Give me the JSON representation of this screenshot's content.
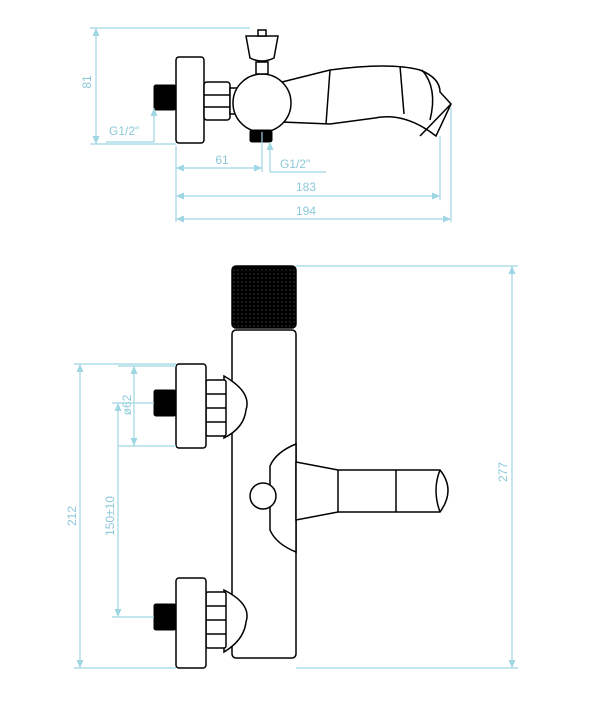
{
  "top_view": {
    "height_dim": "81",
    "inlet_thread": "G1/2\"",
    "center_offset_dim": "61",
    "outlet_thread": "G1/2\"",
    "spout_length_dim": "183",
    "overall_length_dim": "194"
  },
  "front_view": {
    "eccentric_dim": "ø62",
    "overall_height_dim": "212",
    "inlet_spacing_dim": "150±10",
    "total_height_dim": "277"
  },
  "colors": {
    "dimension": "#9fd6e4",
    "outline": "#000000"
  }
}
